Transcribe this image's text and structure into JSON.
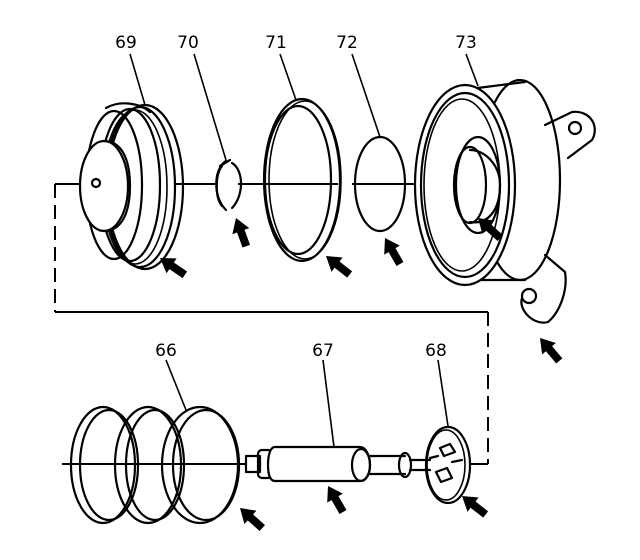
{
  "callouts": {
    "c66": "66",
    "c67": "67",
    "c68": "68",
    "c69": "69",
    "c70": "70",
    "c71": "71",
    "c72": "72",
    "c73": "73"
  },
  "colors": {
    "ink": "#000000",
    "paper": "#ffffff"
  }
}
